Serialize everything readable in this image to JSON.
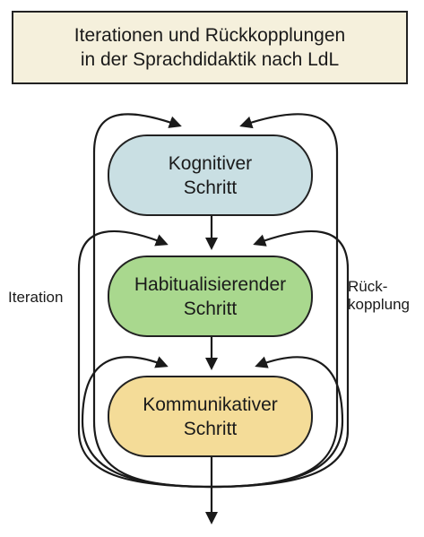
{
  "title": {
    "line1": "Iterationen und Rückkopplungen",
    "line2": "in der Sprachdidaktik nach LdL"
  },
  "steps": [
    {
      "line1": "Kognitiver",
      "line2": "Schritt",
      "color": "#c9dfe3"
    },
    {
      "line1": "Habitualisierender",
      "line2": "Schritt",
      "color": "#a9d88e"
    },
    {
      "line1": "Kommunikativer",
      "line2": "Schritt",
      "color": "#f4dc98"
    }
  ],
  "labels": {
    "left": "Iteration",
    "right_line1": "Rück-",
    "right_line2": "kopplung"
  }
}
